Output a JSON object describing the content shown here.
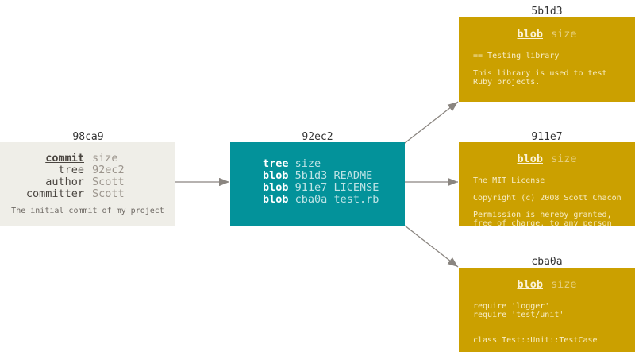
{
  "colors": {
    "commit": "#efeee8",
    "tree": "#03929a",
    "blob": "#cba000",
    "arrow": "#8a8580"
  },
  "commit": {
    "id": "98ca9",
    "type": "commit",
    "size": "size",
    "tree_key": "tree",
    "tree_val": "92ec2",
    "author_key": "author",
    "author_val": "Scott",
    "committer_key": "committer",
    "committer_val": "Scott",
    "message": "The initial commit of my project"
  },
  "tree": {
    "id": "92ec2",
    "type": "tree",
    "size": "size",
    "entries": [
      {
        "type": "blob",
        "hash": "5b1d3",
        "name": "README"
      },
      {
        "type": "blob",
        "hash": "911e7",
        "name": "LICENSE"
      },
      {
        "type": "blob",
        "hash": "cba0a",
        "name": "test.rb"
      }
    ]
  },
  "blobs": [
    {
      "id": "5b1d3",
      "type": "blob",
      "size": "size",
      "lines": [
        "== Testing library",
        "",
        "This library is used to test",
        "Ruby projects."
      ]
    },
    {
      "id": "911e7",
      "type": "blob",
      "size": "size",
      "lines": [
        "The MIT License",
        "",
        "Copyright (c) 2008 Scott Chacon",
        "",
        "Permission is hereby granted,",
        "free of charge, to any person"
      ]
    },
    {
      "id": "cba0a",
      "type": "blob",
      "size": "size",
      "lines": [
        "require 'logger'",
        "require 'test/unit'",
        "",
        "",
        "class Test::Unit::TestCase"
      ]
    }
  ]
}
